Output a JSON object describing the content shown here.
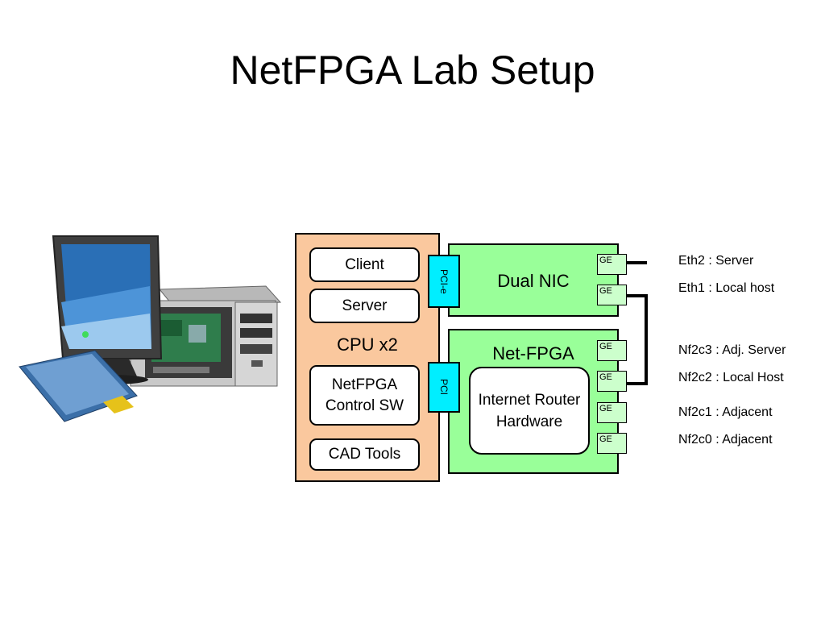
{
  "title": "NetFPGA Lab Setup",
  "cpu": {
    "label": "CPU x2",
    "software": [
      "Client",
      "Server",
      "NetFPGA Control SW",
      "CAD Tools"
    ]
  },
  "dual_nic": {
    "label": "Dual NIC",
    "bus": "PCI-e"
  },
  "net_fpga": {
    "label": "Net-FPGA",
    "bus": "PCI",
    "core": "Internet Router Hardware"
  },
  "ports": {
    "type_label": "GE",
    "labels": [
      "Eth2 : Server",
      "Eth1 : Local host",
      "Nf2c3 : Adj. Server",
      "Nf2c2 : Local Host",
      "Nf2c1 : Adjacent",
      "Nf2c0 : Adjacent"
    ]
  },
  "colors": {
    "cpu_fill": "#fac89e",
    "card_fill": "#99ff99",
    "port_fill": "#ccffcc",
    "bus_fill": "#00eeff"
  },
  "icons": [
    "desktop-computer-icon"
  ]
}
